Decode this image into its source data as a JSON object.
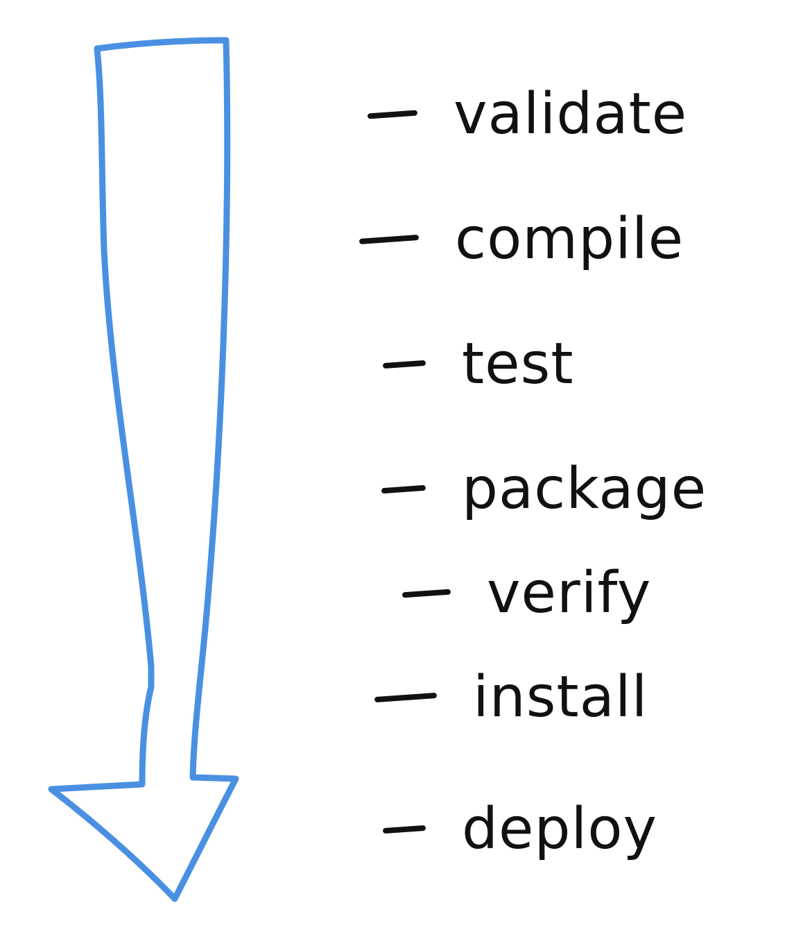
{
  "diagram": {
    "arrow_color": "#4a90e2",
    "ink_color": "#111111",
    "arrow_direction": "down",
    "phases": [
      {
        "label": "validate"
      },
      {
        "label": "compile"
      },
      {
        "label": "test"
      },
      {
        "label": "package"
      },
      {
        "label": "verify"
      },
      {
        "label": "install"
      },
      {
        "label": "deploy"
      }
    ]
  }
}
